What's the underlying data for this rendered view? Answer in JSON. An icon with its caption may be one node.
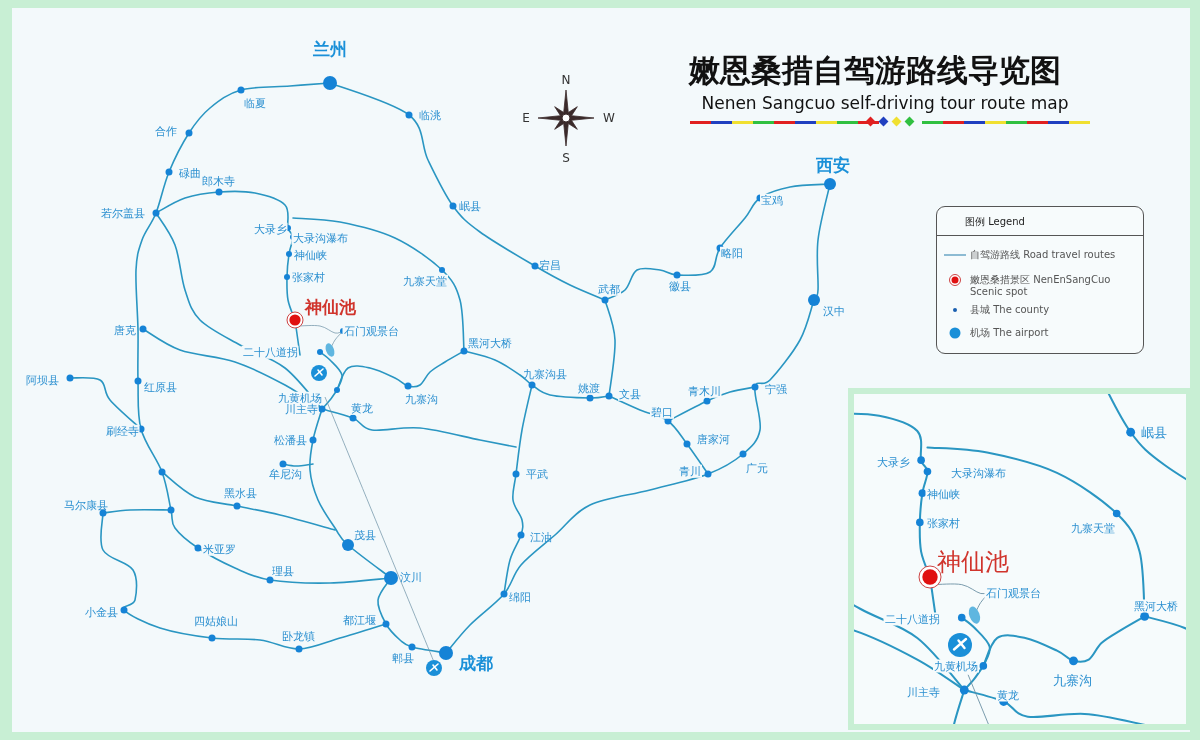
{
  "diagram": {
    "title": "嫩恩桑措自驾游路线导览图",
    "labels": [
      "Nenen Sangcuo self-driving tour route map",
      "N",
      "E",
      "W",
      "S",
      "兰州",
      "临夏",
      "临洮",
      "合作",
      "碌曲",
      "郎木寺",
      "若尔盖县",
      "岷县",
      "宕昌",
      "武都",
      "徽县",
      "略阳",
      "宝鸡",
      "西安",
      "汉中",
      "大录乡",
      "大录沟瀑布",
      "神仙峡",
      "张家村",
      "神仙池",
      "石门观景台",
      "九寨天堂",
      "二十八道拐",
      "黑河大桥",
      "九黄机场",
      "九寨沟",
      "九寨沟县",
      "姚渡",
      "文县",
      "青木川",
      "宁强",
      "碧口",
      "唐家河",
      "青川",
      "广元",
      "平武",
      "江油",
      "绵阳",
      "成都",
      "汶川",
      "茂县",
      "松潘县",
      "川主寺",
      "黄龙",
      "牟尼沟",
      "黑水县",
      "红原县",
      "阿坝县",
      "刷经寺",
      "唐克",
      "马尔康县",
      "米亚罗",
      "理县",
      "小金县",
      "四姑娘山",
      "卧龙镇",
      "都江堰",
      "郫县",
      "图例 Legend",
      "岷县",
      "大录乡",
      "大录沟瀑布",
      "神仙峡",
      "张家村",
      "神仙池",
      "石门观景台",
      "九寨天堂",
      "黑河大桥",
      "二十八道拐",
      "九黄机场",
      "川主寺",
      "黄龙",
      "九寨沟"
    ],
    "legend": [
      {
        "text": "自驾游路线 Road travel routes"
      },
      {
        "text": "嫩恩桑措景区 NenEnSangCuo Scenic spot"
      },
      {
        "text": "县城 The county"
      },
      {
        "text": "机场 The airport"
      }
    ]
  }
}
